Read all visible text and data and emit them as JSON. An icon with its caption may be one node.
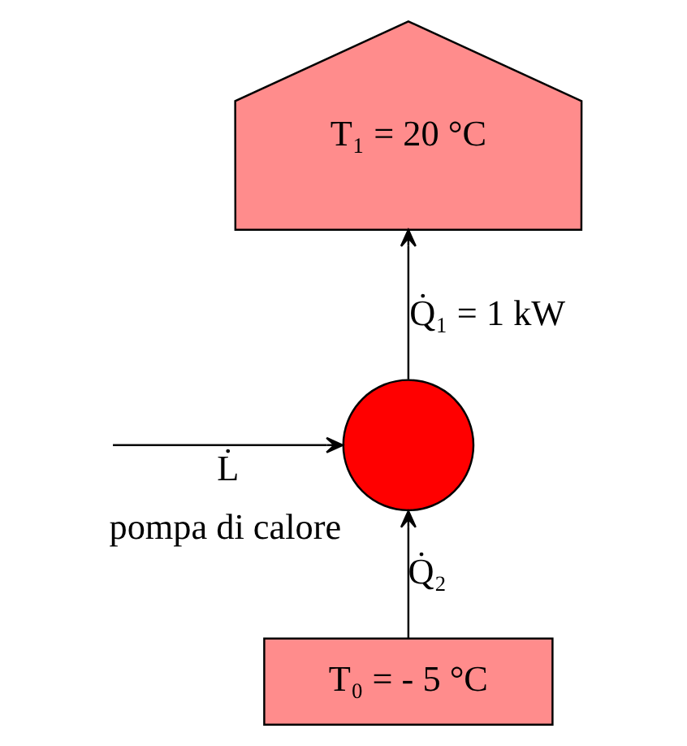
{
  "diagram": {
    "nodes": [
      {
        "text": [
          "T₁ = 20 °C"
        ]
      },
      {
        "text": [],
        "shape": "circle",
        "beside": [
          "pompa di calore"
        ]
      },
      {
        "text": [
          "T₀ = - 5 °C"
        ]
      }
    ],
    "edges": [
      {
        "from": 1,
        "to": 0,
        "arrow": "to",
        "label": "Q̇₁ = 1 kW"
      },
      {
        "from": 2,
        "to": 1,
        "arrow": "to",
        "label": "Q̇₂"
      },
      {
        "from": null,
        "to": 1,
        "arrow": "to",
        "label": "L̇"
      }
    ]
  }
}
